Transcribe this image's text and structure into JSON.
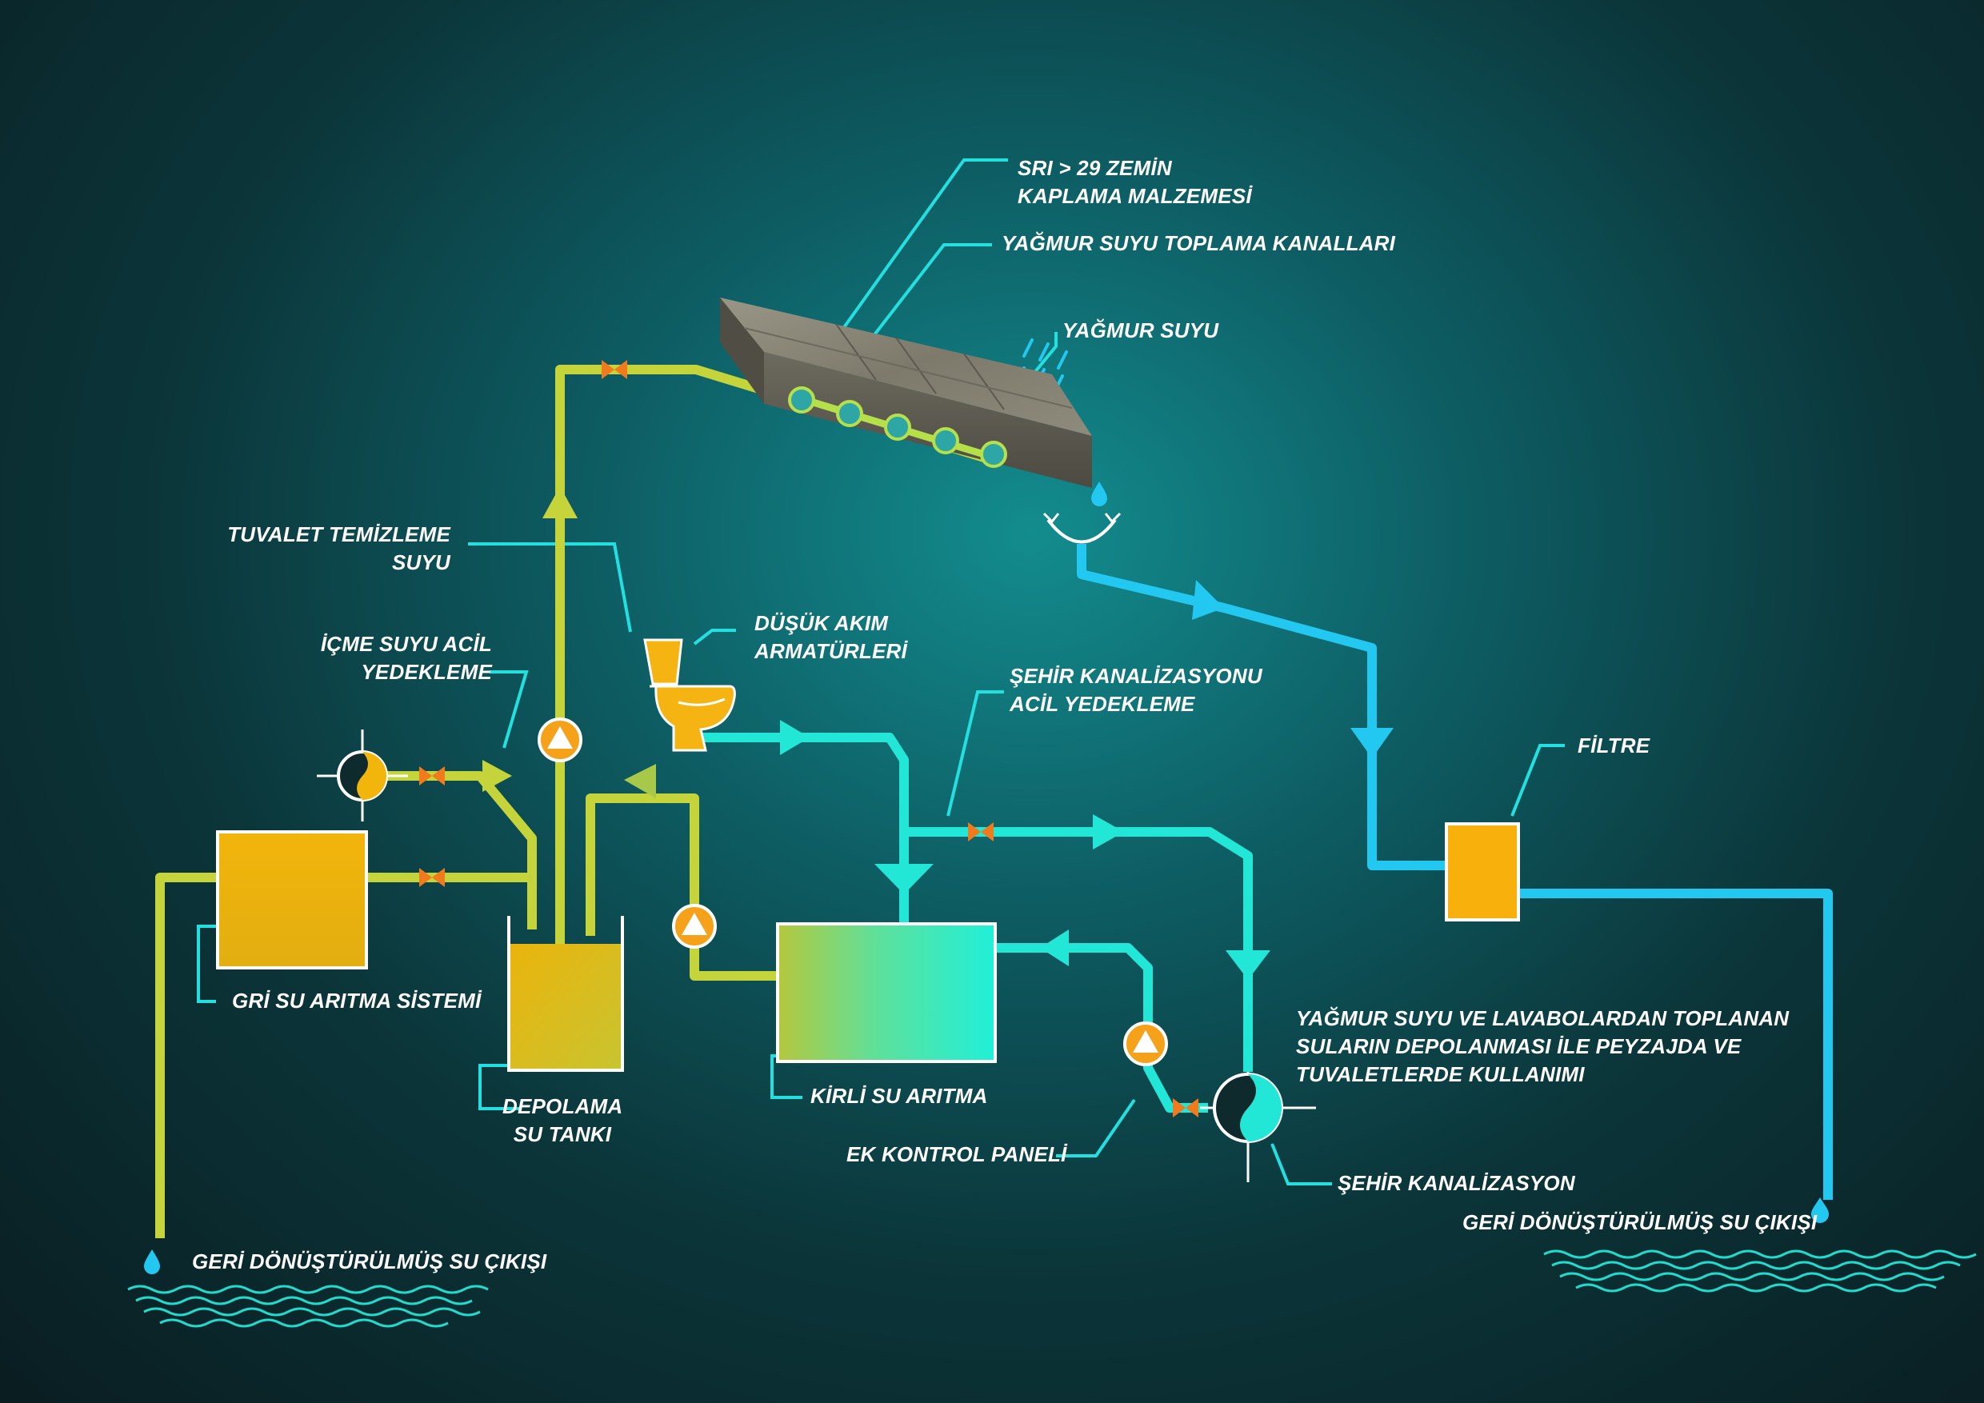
{
  "labels": {
    "sri": [
      "SRI  > 29 ZEMİN",
      "KAPLAMA MALZEMESİ"
    ],
    "channels": "YAĞMUR SUYU TOPLAMA KANALLARI",
    "rain": "YAĞMUR SUYU",
    "toilet_water": [
      "TUVALET  TEMİZLEME",
      "SUYU"
    ],
    "low_flow": [
      "DÜŞÜK AKIM",
      "ARMATÜRLERİ"
    ],
    "emergency_drink": [
      "İÇME SUYU ACİL",
      "YEDEKLEME"
    ],
    "sewer_backup": [
      "ŞEHİR KANALİZASYONU",
      "ACİL YEDEKLEME"
    ],
    "filter": "FİLTRE",
    "grey_treatment": "GRİ SU ARITMA SİSTEMİ",
    "storage_tank": [
      "DEPOLAMA",
      "SU TANKI"
    ],
    "dirty_treatment": "KİRLİ SU ARITMA",
    "control_panel": "EK KONTROL PANELİ",
    "city_sewer": "ŞEHİR KANALİZASYON",
    "description": [
      "YAĞMUR SUYU VE LAVABOLARDAN TOPLANAN",
      "SULARIN DEPOLANMASI İLE PEYZAJDA VE",
      "TUVALETLERDE KULLANIMI"
    ],
    "outlet_left": "GERİ DÖNÜŞTÜRÜLMÜŞ SU ÇIKIŞI",
    "outlet_right": "GERİ DÖNÜŞTÜRÜLMÜŞ SU ÇIKIŞI"
  },
  "colors": {
    "recycled_pipe": "#c4d43a",
    "grey_pipe": "#a8c84a",
    "dirty_pipe": "#22e6d6",
    "rain_pipe": "#22c8f0",
    "leader": "#22e0e0",
    "tank_fill": "#e9b10c",
    "valve": "#f07a1c",
    "pump": "#f5a21a"
  },
  "icons": [
    "pump-icon",
    "valve-icon",
    "toilet-icon",
    "flow-arrow-icon",
    "water-drop-icon",
    "rain-icon",
    "gutter-icon",
    "city-water-supply-icon",
    "sewer-icon",
    "wave-icon",
    "paving-slab-icon"
  ]
}
